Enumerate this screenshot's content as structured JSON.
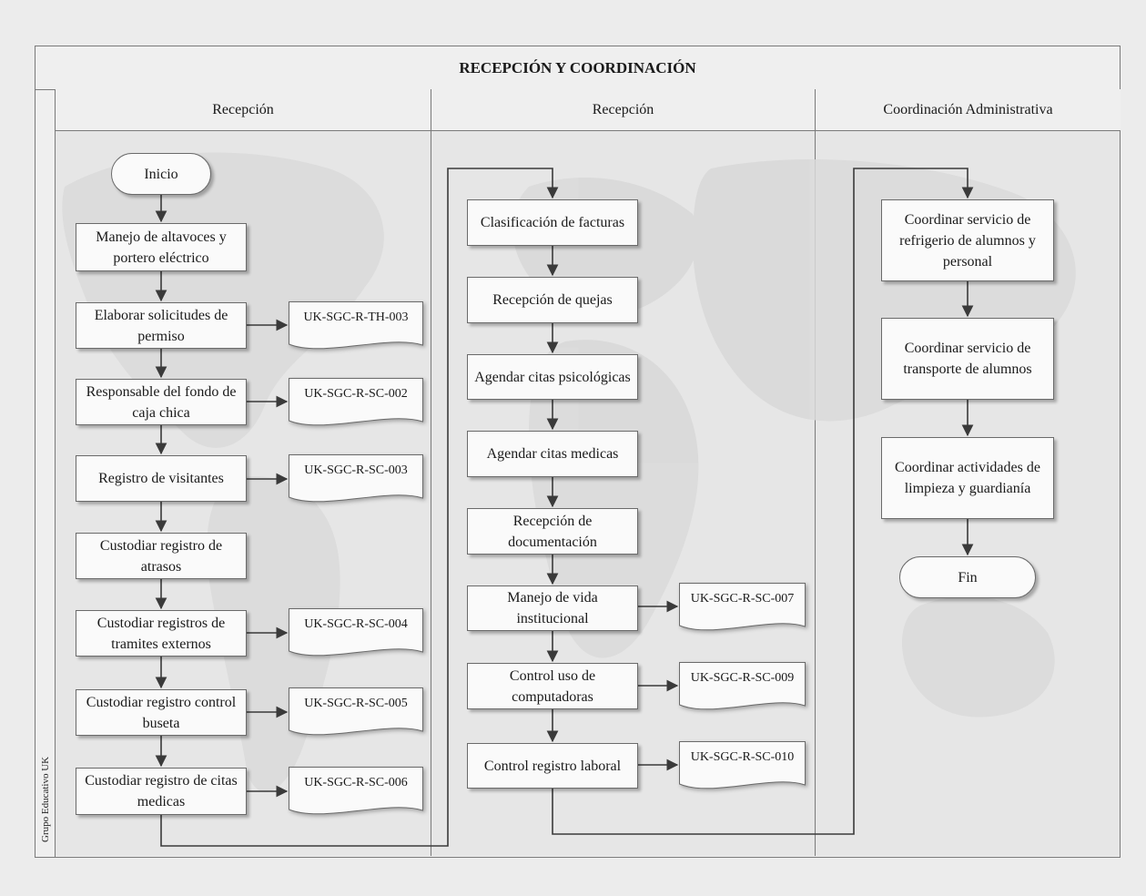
{
  "title": "RECEPCIÓN Y COORDINACIÓN",
  "side_label": "Grupo Educativo UK",
  "lanes": [
    {
      "label": "Recepción"
    },
    {
      "label": "Recepción"
    },
    {
      "label": "Coordinación Administrativa"
    }
  ],
  "lane1": {
    "start": "Inicio",
    "steps": [
      "Manejo de altavoces y portero eléctrico",
      "Elaborar solicitudes de permiso",
      "Responsable del fondo de caja chica",
      "Registro de visitantes",
      "Custodiar registro de atrasos",
      "Custodiar registros de tramites externos",
      "Custodiar registro control buseta",
      "Custodiar registro de citas medicas"
    ],
    "docs": [
      "UK-SGC-R-TH-003",
      "UK-SGC-R-SC-002",
      "UK-SGC-R-SC-003",
      "UK-SGC-R-SC-004",
      "UK-SGC-R-SC-005",
      "UK-SGC-R-SC-006"
    ]
  },
  "lane2": {
    "steps": [
      "Clasificación de facturas",
      "Recepción de quejas",
      "Agendar citas psicológicas",
      "Agendar citas medicas",
      "Recepción de documentación",
      "Manejo de vida institucional",
      "Control uso de computadoras",
      "Control registro laboral"
    ],
    "docs": [
      "UK-SGC-R-SC-007",
      "UK-SGC-R-SC-009",
      "UK-SGC-R-SC-010"
    ]
  },
  "lane3": {
    "steps": [
      "Coordinar servicio de refrigerio de alumnos y personal",
      "Coordinar servicio de transporte de alumnos",
      "Coordinar actividades de limpieza y guardianía"
    ],
    "end": "Fin"
  }
}
